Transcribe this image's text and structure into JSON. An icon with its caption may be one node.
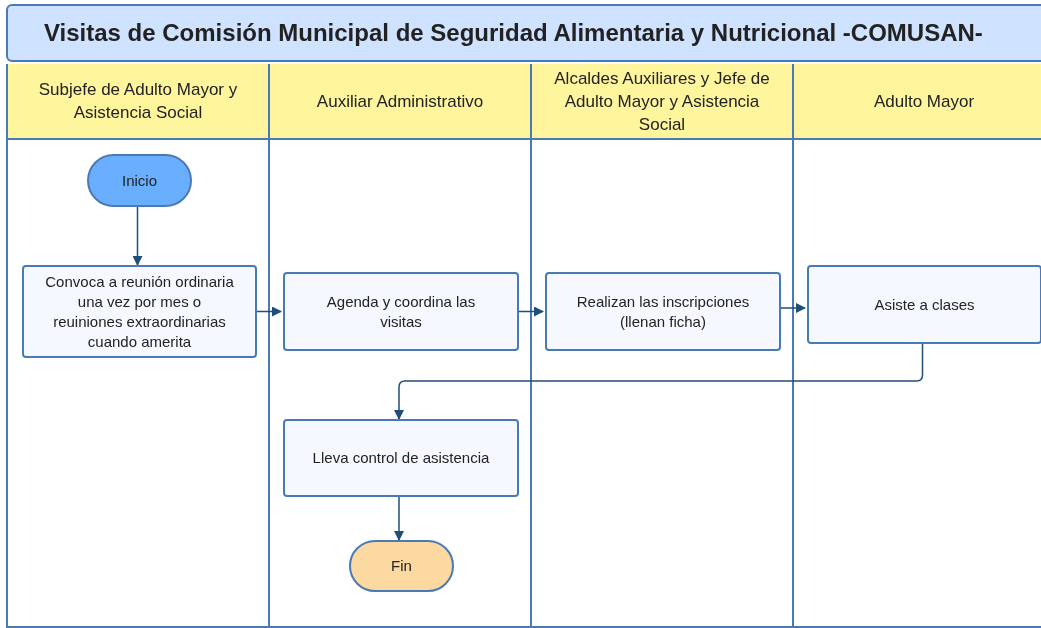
{
  "diagram": {
    "title": "Visitas de Comisión Municipal de Seguridad Alimentaria y Nutricional -COMUSAN-",
    "nodes": [
      {
        "text": [
          "Subjefe de Adulto Mayor y Asistencia Social"
        ]
      },
      {
        "text": [
          "Auxiliar Administrativo"
        ]
      },
      {
        "text": [
          "Alcaldes Auxiliares y Jefe de Adulto Mayor y Asistencia Social"
        ]
      },
      {
        "text": [
          "Adulto Mayor"
        ]
      },
      {
        "text": [
          "Inicio"
        ],
        "in": 0
      },
      {
        "text": [
          "Convoca a reunión ordinaria una vez por mes o reuiniones extraordinarias cuando amerita"
        ],
        "in": 0
      },
      {
        "text": [
          "Agenda y coordina las visitas"
        ],
        "in": 1
      },
      {
        "text": [
          "Realizan las inscripciones (llenan ficha)"
        ],
        "in": 2
      },
      {
        "text": [
          "Asiste a clases"
        ],
        "in": 3
      },
      {
        "text": [
          "Lleva control de asistencia"
        ],
        "in": 1
      },
      {
        "text": [
          "Fin"
        ],
        "in": 1
      }
    ],
    "edges": [
      {
        "from": 4,
        "to": 5,
        "arrow": "to"
      },
      {
        "from": 5,
        "to": 6,
        "arrow": "to"
      },
      {
        "from": 6,
        "to": 7,
        "arrow": "to"
      },
      {
        "from": 7,
        "to": 8,
        "arrow": "to"
      },
      {
        "from": 8,
        "to": 9,
        "arrow": "to"
      },
      {
        "from": 9,
        "to": 10,
        "arrow": "to"
      }
    ]
  }
}
